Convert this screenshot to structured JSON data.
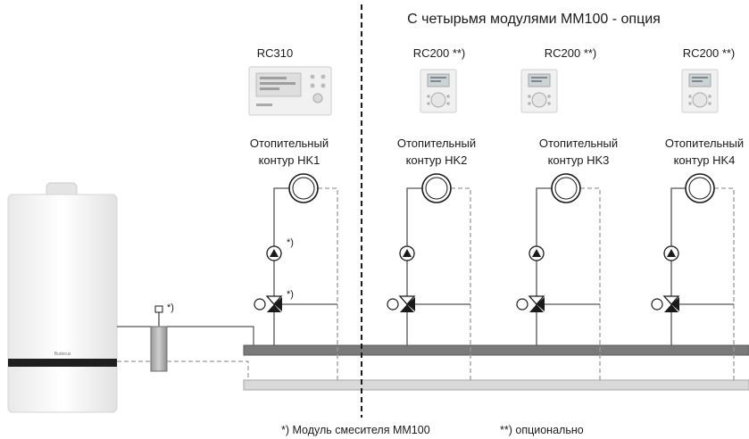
{
  "title": "С четырьмя модулями MM100 - опция",
  "controllers": [
    {
      "name": "RC310",
      "circuit_line1": "Отопительный",
      "circuit_line2": "контур HK1"
    },
    {
      "name": "RC200 **)",
      "circuit_line1": "Отопительный",
      "circuit_line2": "контур HK2"
    },
    {
      "name": "RC200 **)",
      "circuit_line1": "Отопительный",
      "circuit_line2": "контур HK3"
    },
    {
      "name": "RC200 **)",
      "circuit_line1": "Отопительный",
      "circuit_line2": "контур HK4"
    }
  ],
  "annotations": {
    "pump_note": "*)",
    "valve_note": "*)",
    "separator_note": "*)"
  },
  "footnotes": {
    "mixer": "*) Модуль смесителя MM100",
    "optional": "**) опционально"
  },
  "boiler_brand": "Buderus",
  "colors": {
    "supply_pipe": "#7a7a7a",
    "return_pipe": "#d9d9d9",
    "line": "#555555",
    "dashed": "#9a9a9a"
  }
}
